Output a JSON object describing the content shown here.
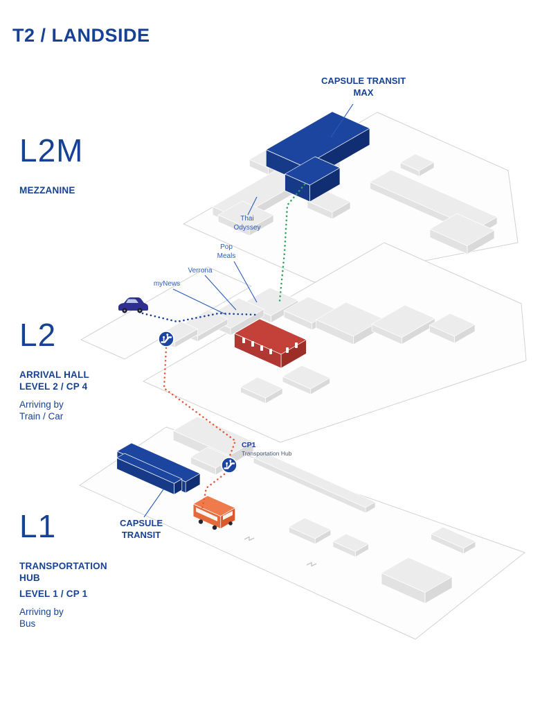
{
  "title": "T2 / LANDSIDE",
  "sidebar": {
    "l2m": {
      "code": "L2M",
      "caption": "MEZZANINE"
    },
    "l2": {
      "code": "L2",
      "bold1": "ARRIVAL HALL",
      "bold2": "LEVEL 2 / CP 4",
      "sub1": "Arriving by",
      "sub2": "Train / Car"
    },
    "l1": {
      "code": "L1",
      "bold1": "TRANSPORTATION",
      "bold2": "HUB",
      "bold3": "LEVEL 1 / CP 1",
      "sub1": "Arriving by",
      "sub2": "Bus"
    }
  },
  "map": {
    "capsule_transit_max": {
      "line1": "CAPSULE TRANSIT",
      "line2": "MAX"
    },
    "capsule_transit": {
      "line1": "CAPSULE",
      "line2": "TRANSIT"
    },
    "thai_odyssey": {
      "line1": "Thai",
      "line2": "Odyssey"
    },
    "pop_meals": {
      "line1": "Pop",
      "line2": "Meals"
    },
    "verrona": "Verrona",
    "mynews": "myNews",
    "cp1": {
      "title": "CP1",
      "subtitle": "Transportation Hub"
    }
  },
  "icons": {
    "escalator": "escalator-icon",
    "car": "car-icon",
    "train": "train-icon",
    "bus": "bus-icon"
  },
  "colors": {
    "brand_blue": "#164194",
    "label_blue": "#2a5cb8",
    "building_blue": "#1c459f",
    "train_red": "#c4413a",
    "bus_orange": "#ef7a4c",
    "path_green": "#33a05f",
    "path_orange": "#e8593c",
    "path_navy": "#1b3f94",
    "floor_gray": "#ececec"
  }
}
